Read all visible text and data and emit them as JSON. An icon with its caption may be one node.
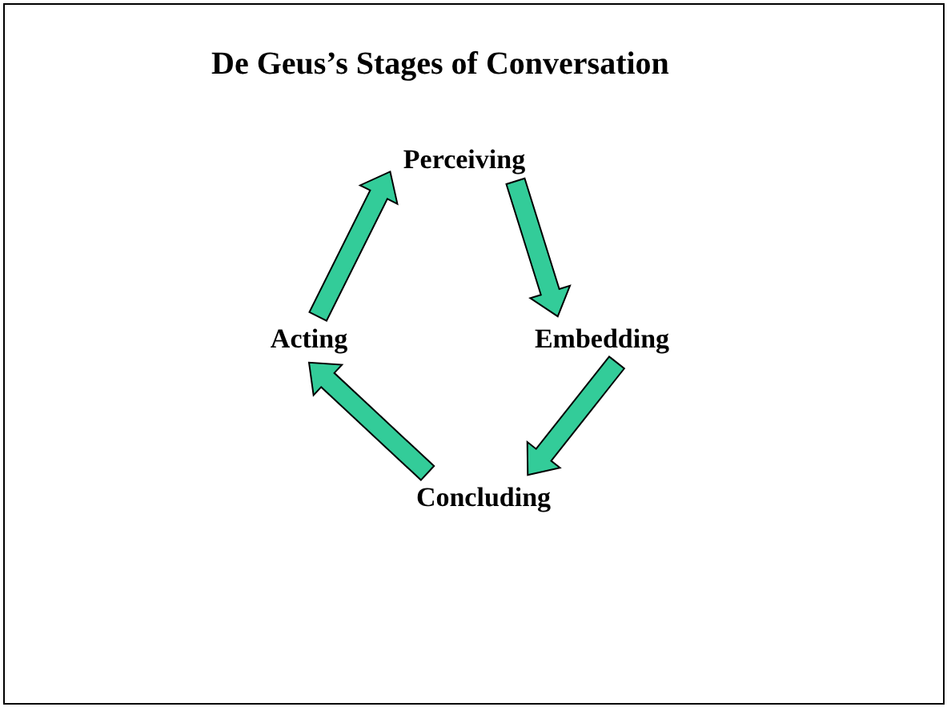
{
  "diagram": {
    "title": "De Geus’s Stages of Conversation",
    "nodes": [
      {
        "text": [
          "Perceiving"
        ]
      },
      {
        "text": [
          "Embedding"
        ]
      },
      {
        "text": [
          "Concluding"
        ]
      },
      {
        "text": [
          "Acting"
        ]
      }
    ],
    "edges": [
      {
        "from": 0,
        "to": 1,
        "arrow": "to"
      },
      {
        "from": 1,
        "to": 2,
        "arrow": "to"
      },
      {
        "from": 2,
        "to": 3,
        "arrow": "to"
      },
      {
        "from": 3,
        "to": 0,
        "arrow": "to"
      }
    ]
  }
}
